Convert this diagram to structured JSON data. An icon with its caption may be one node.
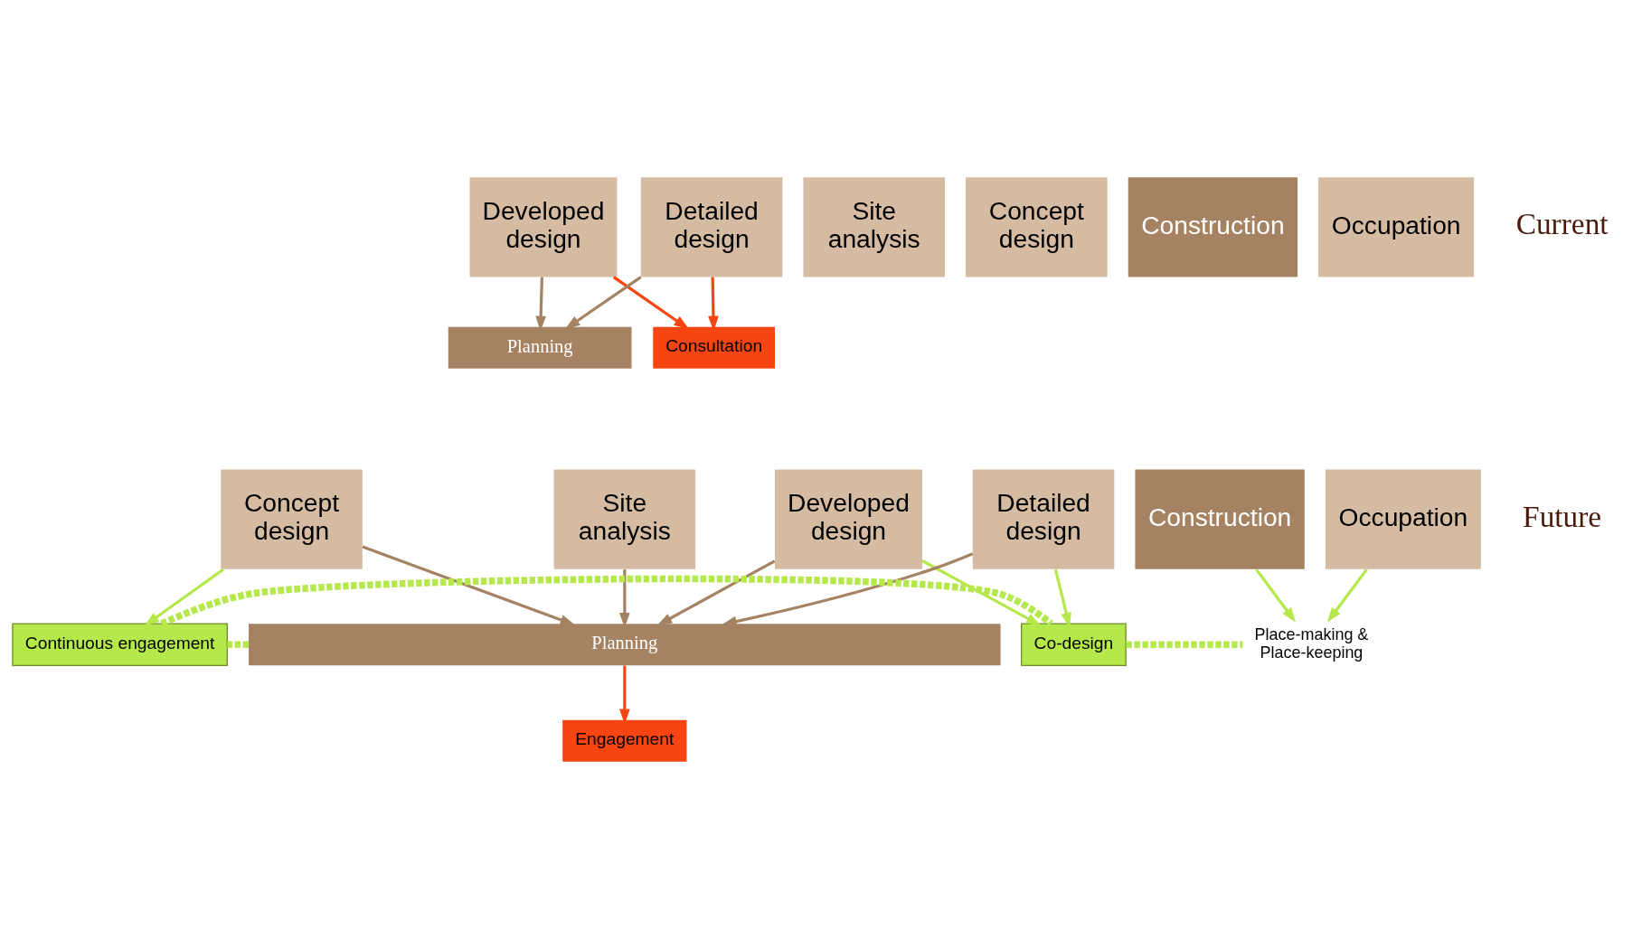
{
  "diagram": {
    "nodes": [
      {
        "text": [
          "Planning"
        ]
      },
      {
        "text": [
          "Site analysis"
        ]
      },
      {
        "text": [
          "Concept design"
        ]
      },
      {
        "text": [
          "Developed design"
        ]
      },
      {
        "text": [
          "Detailed design"
        ]
      },
      {
        "text": [
          "Construction"
        ]
      },
      {
        "text": [
          "Occupation"
        ]
      },
      {
        "text": [
          "Consultation"
        ]
      },
      {
        "text": [
          "Planning"
        ]
      },
      {
        "text": [
          "Site analysis"
        ]
      },
      {
        "text": [
          "Concept design"
        ]
      },
      {
        "text": [
          "Developed design"
        ]
      },
      {
        "text": [
          "Detailed design"
        ]
      },
      {
        "text": [
          "Construction"
        ]
      },
      {
        "text": [
          "Occupation"
        ]
      },
      {
        "text": [
          "Engagement"
        ]
      },
      {
        "text": [
          "Continuous engagement"
        ]
      },
      {
        "text": [
          "Co-design"
        ]
      },
      {
        "text": [
          "Place-making & Place-keeping"
        ]
      }
    ],
    "edges": [
      {
        "from": 3,
        "to": 0,
        "arrow": "to",
        "color": "#a58262"
      },
      {
        "from": 4,
        "to": 0,
        "arrow": "to",
        "color": "#a58262"
      },
      {
        "from": 3,
        "to": 7,
        "arrow": "to",
        "color": "#f64510"
      },
      {
        "from": 4,
        "to": 7,
        "arrow": "to",
        "color": "#f64510"
      },
      {
        "from": 8,
        "to": 15,
        "arrow": "to",
        "color": "#f64510"
      },
      {
        "from": 9,
        "to": 8,
        "arrow": "to",
        "color": "#a58262"
      },
      {
        "from": 10,
        "to": 8,
        "arrow": "to",
        "color": "#a58262"
      },
      {
        "from": 11,
        "to": 8,
        "arrow": "to",
        "color": "#a58262"
      },
      {
        "from": 12,
        "to": 8,
        "arrow": "to",
        "color": "#a58262"
      },
      {
        "from": 10,
        "to": 16,
        "arrow": "to"
      },
      {
        "from": 11,
        "to": 17,
        "arrow": "to"
      },
      {
        "from": 12,
        "to": 17,
        "arrow": "to"
      },
      {
        "from": 13,
        "to": 18,
        "arrow": "to"
      },
      {
        "from": 14,
        "to": 18,
        "arrow": "to"
      },
      {
        "from": 8,
        "to": 16,
        "arrow": "none",
        "style": "dashed"
      },
      {
        "from": 16,
        "to": 17,
        "arrow": "none",
        "style": "dashed"
      },
      {
        "from": 17,
        "to": 18,
        "arrow": "none",
        "style": "dashed"
      }
    ],
    "labels": [
      "Current",
      "Future"
    ]
  }
}
